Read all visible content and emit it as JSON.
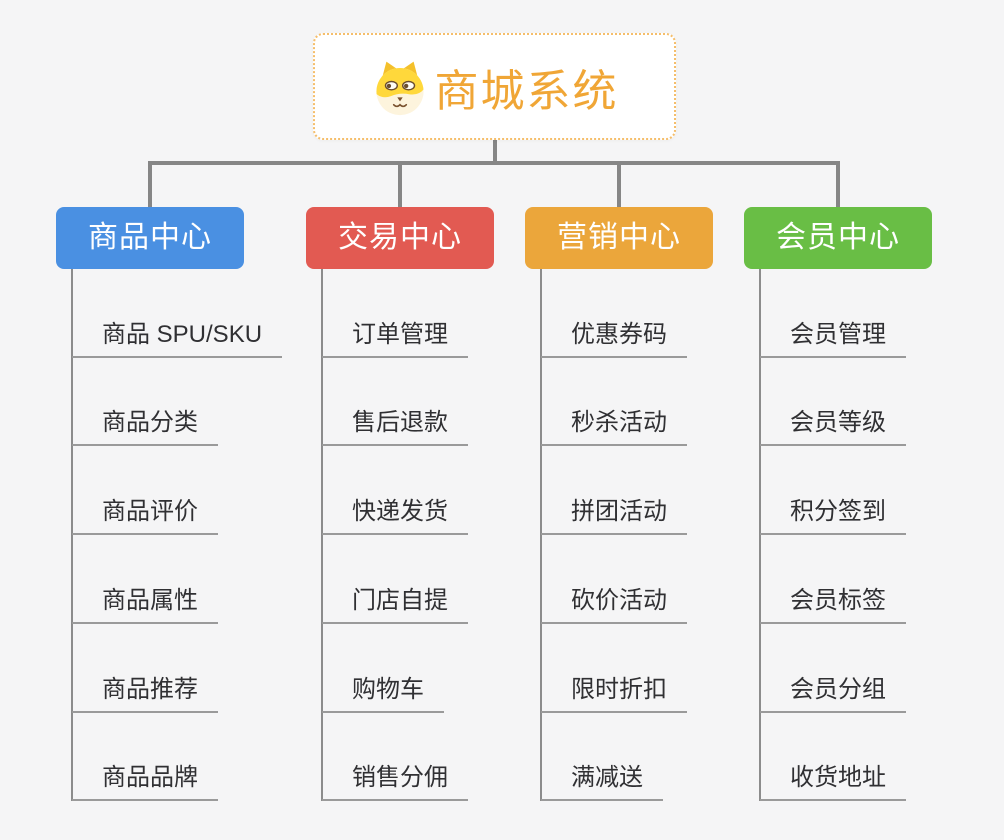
{
  "root": {
    "title": "商城系统",
    "icon": "dog-face"
  },
  "branches": [
    {
      "label": "商品中心",
      "color": "#4a90e2",
      "children": [
        "商品 SPU/SKU",
        "商品分类",
        "商品评价",
        "商品属性",
        "商品推荐",
        "商品品牌"
      ]
    },
    {
      "label": "交易中心",
      "color": "#e25a52",
      "children": [
        "订单管理",
        "售后退款",
        "快递发货",
        "门店自提",
        "购物车",
        "销售分佣"
      ]
    },
    {
      "label": "营销中心",
      "color": "#eba63b",
      "children": [
        "优惠券码",
        "秒杀活动",
        "拼团活动",
        "砍价活动",
        "限时折扣",
        "满减送"
      ]
    },
    {
      "label": "会员中心",
      "color": "#69be45",
      "children": [
        "会员管理",
        "会员等级",
        "积分签到",
        "会员标签",
        "会员分组",
        "收货地址"
      ]
    }
  ],
  "theme": {
    "background": "#f5f5f6",
    "connector_color": "#868686",
    "underline_color": "#9a9a9a",
    "item_text_color": "#303033",
    "root_border_color": "#f5be6b",
    "root_title_color": "#f0a636"
  }
}
